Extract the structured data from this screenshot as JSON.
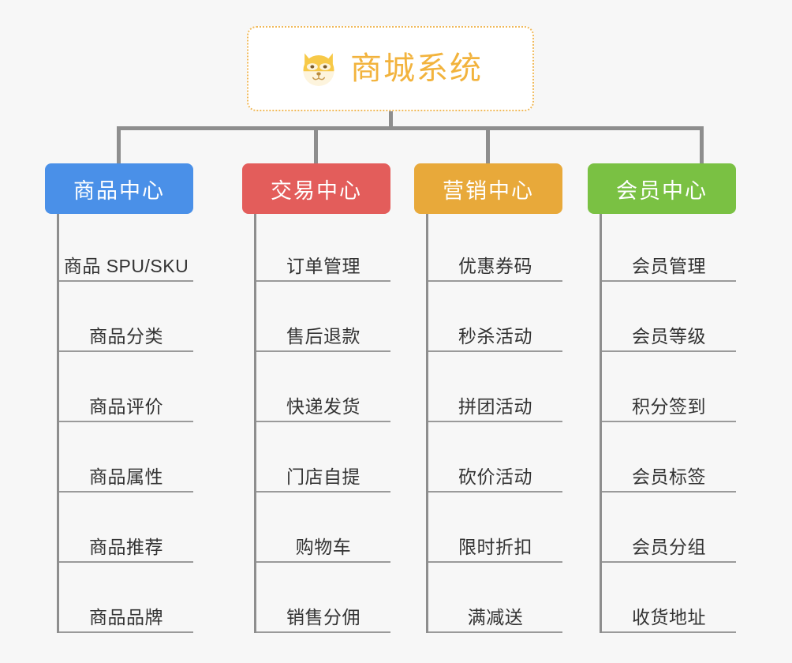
{
  "root": {
    "title": "商城系统",
    "icon": "shiba-dog-face-icon",
    "border_color": "#f0b95a",
    "text_color": "#f2b33d"
  },
  "canvas": {
    "background": "#f7f7f7",
    "connector_color": "#8e8e8e"
  },
  "branches": [
    {
      "label": "商品中心",
      "color": "#4a90e8",
      "leaves": [
        "商品 SPU/SKU",
        "商品分类",
        "商品评价",
        "商品属性",
        "商品推荐",
        "商品品牌"
      ]
    },
    {
      "label": "交易中心",
      "color": "#e35d5b",
      "leaves": [
        "订单管理",
        "售后退款",
        "快递发货",
        "门店自提",
        "购物车",
        "销售分佣"
      ]
    },
    {
      "label": "营销中心",
      "color": "#e8a93a",
      "leaves": [
        "优惠券码",
        "秒杀活动",
        "拼团活动",
        "砍价活动",
        "限时折扣",
        "满减送"
      ]
    },
    {
      "label": "会员中心",
      "color": "#7ac143",
      "leaves": [
        "会员管理",
        "会员等级",
        "积分签到",
        "会员标签",
        "会员分组",
        "收货地址"
      ]
    }
  ]
}
